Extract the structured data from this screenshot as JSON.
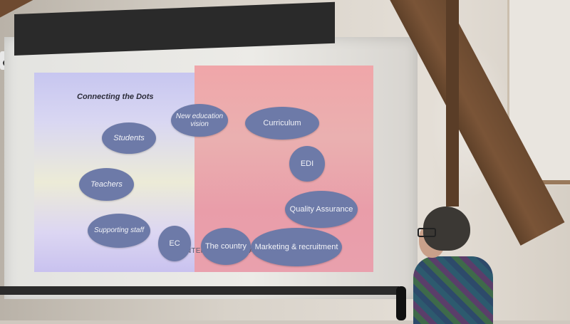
{
  "slide": {
    "title": "Connecting the Dots",
    "center_label": "INTERNATIONALISATION",
    "bubbles": {
      "new_education_vision": "New education vision",
      "students": "Students",
      "teachers": "Teachers",
      "supporting_staff": "Supporting staff",
      "ec": "EC",
      "curriculum": "Curriculum",
      "edi": "EDI",
      "quality_assurance": "Quality Assurance",
      "the_country": "The country",
      "marketing_recruitment": "Marketing & recruitment"
    },
    "colors": {
      "bubble": "#6d7aa8",
      "left_panel": "#d9d7f2",
      "right_panel": "#eab0b0"
    }
  }
}
